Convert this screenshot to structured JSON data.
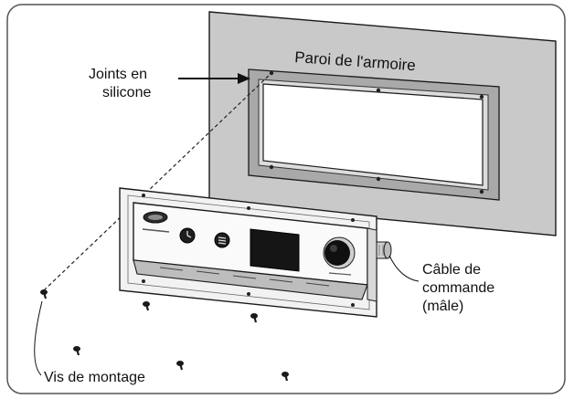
{
  "labels": {
    "wall": "Paroi de l'armoire",
    "gasket_line1": "Joints en",
    "gasket_line2": "silicone",
    "cable_line1": "Câble de",
    "cable_line2": "commande",
    "cable_line3": "(mâle)",
    "screws": "Vis de montage"
  },
  "colors": {
    "wall_fill": "#c9c9c9",
    "outline": "#1a1a1a",
    "frame_fill": "#efefef",
    "display": "#151515",
    "knob": "#101010",
    "background": "#ffffff"
  },
  "icons": {
    "badge": "brand-badge-icon",
    "button_left": "clock-button-icon",
    "button_right": "menu-button-icon",
    "knob": "control-knob-icon",
    "screw": "screw-icon"
  }
}
